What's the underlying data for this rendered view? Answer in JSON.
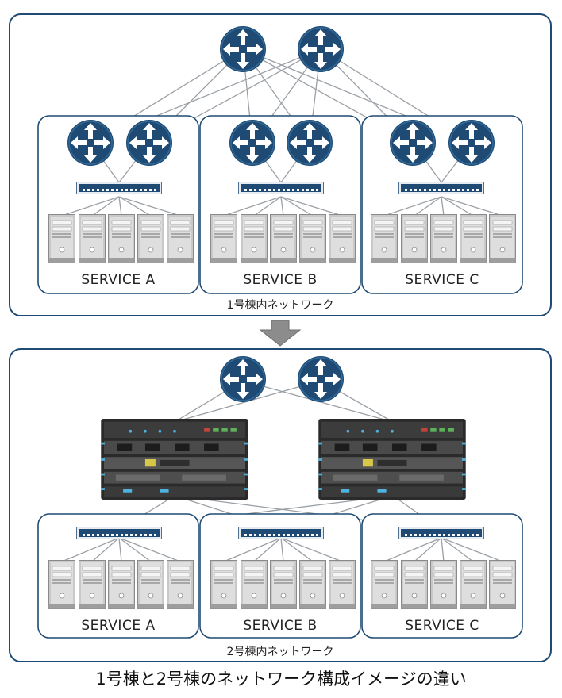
{
  "building1": {
    "network_label": "1号棟内ネットワーク",
    "services": [
      "SERVICE A",
      "SERVICE B",
      "SERVICE C"
    ]
  },
  "building2": {
    "network_label": "2号棟内ネットワーク",
    "services": [
      "SERVICE A",
      "SERVICE B",
      "SERVICE C"
    ]
  },
  "caption": "1号棟と2号棟のネットワーク構成イメージの違い",
  "icons": {
    "router": "router-icon",
    "switch": "switch-icon",
    "server": "server-icon",
    "chassis": "chassis-switch-icon",
    "arrow": "down-arrow-icon"
  },
  "colors": {
    "router": "#1f4a73",
    "panel_border": "#1f4a73",
    "links": "#9aa0a6",
    "arrow": "#8c8c8c"
  }
}
